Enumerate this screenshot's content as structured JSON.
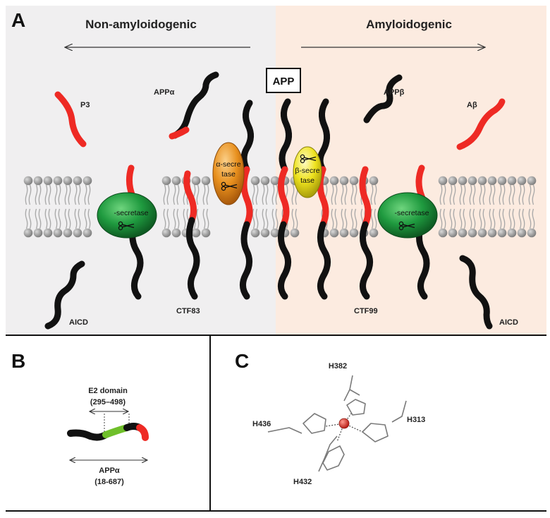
{
  "panel_a": {
    "letter": "A",
    "heading_left": "Non-amyloidogenic",
    "heading_right": "Amyloidogenic",
    "app_box": "APP",
    "labels": {
      "p3": "P3",
      "app_alpha": "APPα",
      "app_beta": "APPβ",
      "a_beta": "Aβ",
      "aicd_left": "AICD",
      "ctf83": "CTF83",
      "ctf99": "CTF99",
      "aicd_right": "AICD"
    },
    "enzymes": {
      "alpha_line1": "α-secre",
      "alpha_line2": "tase",
      "beta_line1": "β-secre",
      "beta_line2": "tase",
      "gamma_left": "-secretase",
      "gamma_right": "-secretase"
    },
    "colors": {
      "left_bg": "#f0eff0",
      "right_bg": "#fcebe0",
      "peptide": "#111111",
      "fragment_red": "#ee2a24",
      "gamma": "#1f8a3a",
      "alpha": "#e8901e",
      "beta": "#eee21e",
      "lipid_head": "#9e9e9e"
    }
  },
  "panel_b": {
    "letter": "B",
    "domain_label": "E2 domain",
    "domain_range": "(295–498)",
    "protein_label": "APPα",
    "protein_range": "(18-687)",
    "colors": {
      "domain": "#6fbf2a"
    }
  },
  "panel_c": {
    "letter": "C",
    "residues": [
      "H382",
      "H436",
      "H313",
      "H432"
    ],
    "colors": {
      "metal": "#d4302a"
    }
  }
}
